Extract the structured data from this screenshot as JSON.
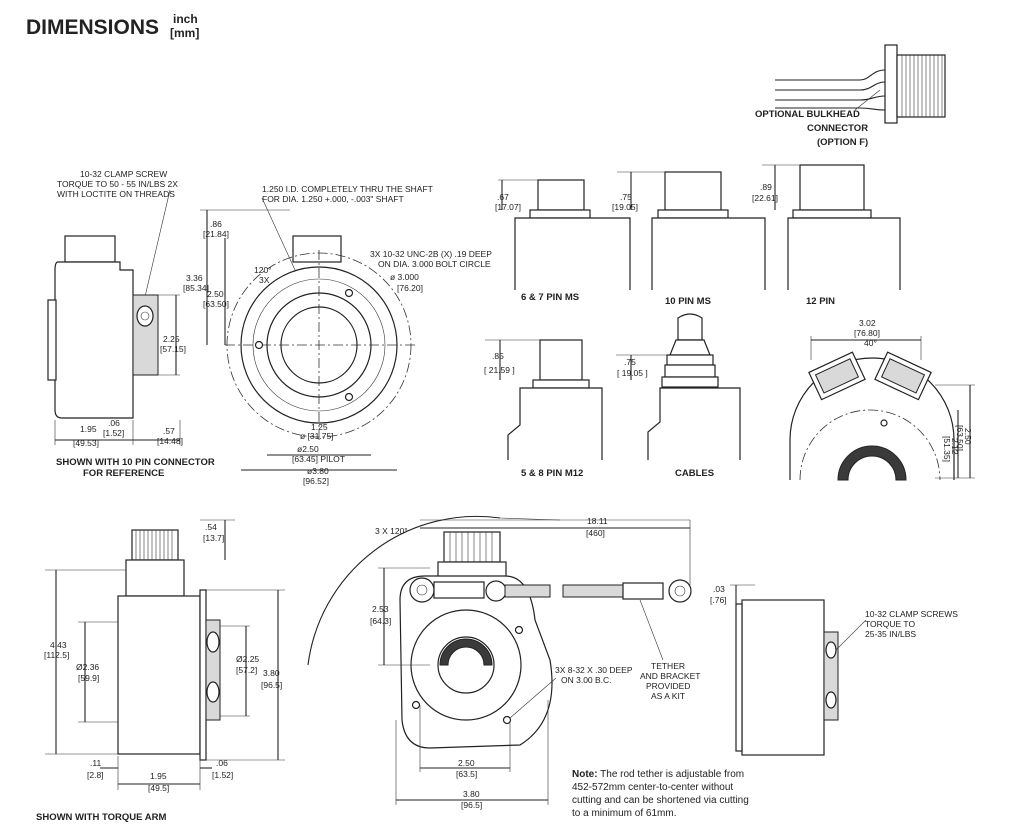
{
  "header": {
    "title": "DIMENSIONS",
    "unit_top": "inch",
    "unit_bottom": "[mm]"
  },
  "bulkhead": {
    "lines": [
      "OPTIONAL BULKHEAD",
      "CONNECTOR",
      "(OPTION F)"
    ]
  },
  "view1": {
    "clamp_note": [
      "10-32 CLAMP SCREW",
      "TORQUE TO 50 - 55 IN/LBS  2X",
      "WITH LOCTITE ON THREADS"
    ],
    "d225": [
      "2.25",
      "[57.15]"
    ],
    "d195": [
      "1.95",
      "[49.53]"
    ],
    "d06": [
      ".06",
      "[1.52]"
    ],
    "d57": [
      ".57",
      "[14.48]"
    ],
    "caption": [
      "SHOWN WITH 10 PIN CONNECTOR",
      "FOR REFERENCE"
    ]
  },
  "view2": {
    "shaft_note": [
      "1.250 I.D. COMPLETELY THRU THE SHAFT",
      "FOR DIA. 1.250 +.000, -.003\" SHAFT"
    ],
    "d86": [
      ".86",
      "[21.84]"
    ],
    "d336": [
      "3.36",
      "[85.34]"
    ],
    "d250": [
      "2.50",
      "[63.50]"
    ],
    "angle": [
      "120°",
      "3X"
    ],
    "bolt_note": [
      "3X  10-32 UNC-2B (X) .19 DEEP",
      "ON DIA. 3.000 BOLT CIRCLE"
    ],
    "d3000": [
      "ø  3.000",
      "[76.20]"
    ],
    "d125": [
      "1.25",
      "ø [31.75]"
    ],
    "d250p": [
      "ø2.50",
      "[63.45] PILOT"
    ],
    "d380": [
      "ø3.80",
      "[96.52]"
    ]
  },
  "connectors": {
    "c1": {
      "dim": [
        ".67",
        "[17.07]"
      ],
      "label": "6 & 7 PIN MS"
    },
    "c2": {
      "dim": [
        ".75",
        "[19.05]"
      ],
      "label": "10 PIN MS"
    },
    "c3": {
      "dim": [
        ".89",
        "[22.61]"
      ],
      "label": "12 PIN"
    },
    "c4": {
      "dim": [
        ".85",
        "[ 21.59  ]"
      ],
      "label": "5 & 8 PIN M12"
    },
    "c5": {
      "dim": [
        ".75",
        "[ 19.05  ]"
      ],
      "label": "CABLES"
    }
  },
  "view3": {
    "d302": [
      "3.02",
      "[76.80]"
    ],
    "angle": "40°",
    "d250": [
      "2.50",
      "[63.50]"
    ],
    "d212": [
      "2.12",
      "[51.35]"
    ]
  },
  "torque_side": {
    "d54": [
      ".54",
      "[13.7]"
    ],
    "d443": [
      "4.43",
      "[112.5]"
    ],
    "d236": [
      "Ø2.36",
      "[59.9]"
    ],
    "d225": [
      "Ø2.25",
      "[57.2]"
    ],
    "d380": [
      "3.80",
      "[96.5]"
    ],
    "d11": [
      ".11",
      "[2.8]"
    ],
    "d195": [
      "1.95",
      "[49.5]"
    ],
    "d06": [
      ".06",
      "[1.52]"
    ],
    "caption": "SHOWN WITH TORQUE ARM"
  },
  "torque_front": {
    "angle": "3 X 120°",
    "d1811": [
      "18.11",
      "[460]"
    ],
    "d253": [
      "2.53",
      "[64.3]"
    ],
    "hole_note": [
      "3X  8-32  X .30 DEEP",
      "ON  3.00 B.C."
    ],
    "tether": [
      "TETHER",
      "AND BRACKET",
      "PROVIDED",
      "AS A KIT"
    ],
    "d03": [
      ".03",
      "[.76]"
    ],
    "d250": [
      "2.50",
      "[63.5]"
    ],
    "d380": [
      "3.80",
      "[96.5]"
    ]
  },
  "torque_right": {
    "clamp_note": [
      "10-32 CLAMP SCREWS",
      "TORQUE TO",
      "25-35 IN/LBS"
    ]
  },
  "note": {
    "label": "Note:",
    "text_first": " The rod tether is adjustable from",
    "lines": [
      "452-572mm center-to-center without",
      "cutting and can be shortened via cutting",
      "to a minimum of 61mm."
    ]
  }
}
